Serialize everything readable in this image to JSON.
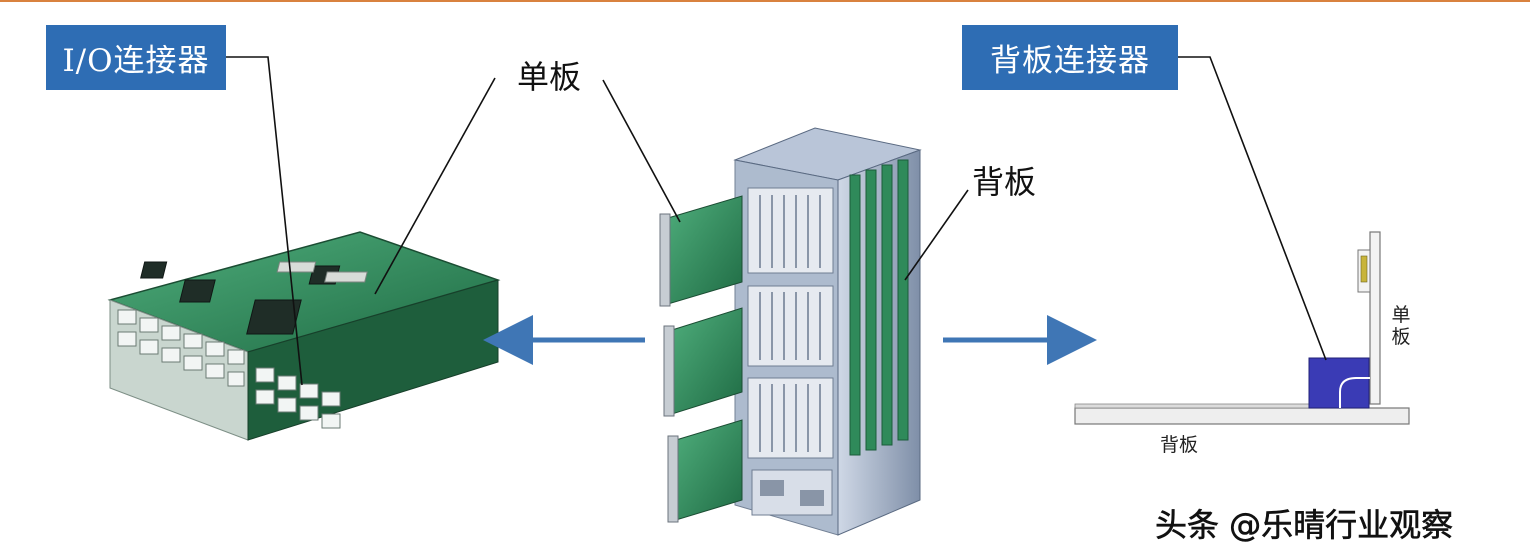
{
  "labels": {
    "io_connector": "I/O连接器",
    "backplane_connector": "背板连接器",
    "board": "单板",
    "backplane": "背板"
  },
  "side_view": {
    "backplane": "背板",
    "board": "单板"
  },
  "footer": {
    "credit": "头条 @乐晴行业观察"
  },
  "colors": {
    "tag_bg": "#2e6db4",
    "arrow": "#3f76b5",
    "connector_fill": "#3a3bb5",
    "pcb_green": "#2f8a5a",
    "accent_rule": "#d9823f"
  }
}
